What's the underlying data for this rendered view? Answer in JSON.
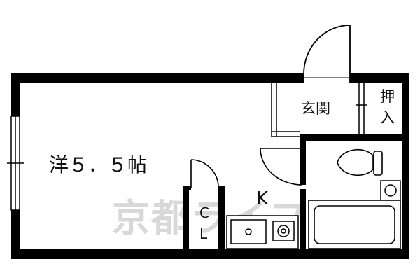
{
  "rooms": {
    "western_room_label": "洋５．５帖",
    "entrance_label": "玄関",
    "closet_top_label": "押",
    "closet_bottom_label": "入",
    "kitchen_label": "K",
    "cl_top_label": "C",
    "cl_bottom_label": "L"
  },
  "watermark": {
    "text": "京都ライフ"
  },
  "colors": {
    "wall": "#000000",
    "fixture": "#222222",
    "watermark": "#d8d8d8",
    "background": "#ffffff"
  }
}
